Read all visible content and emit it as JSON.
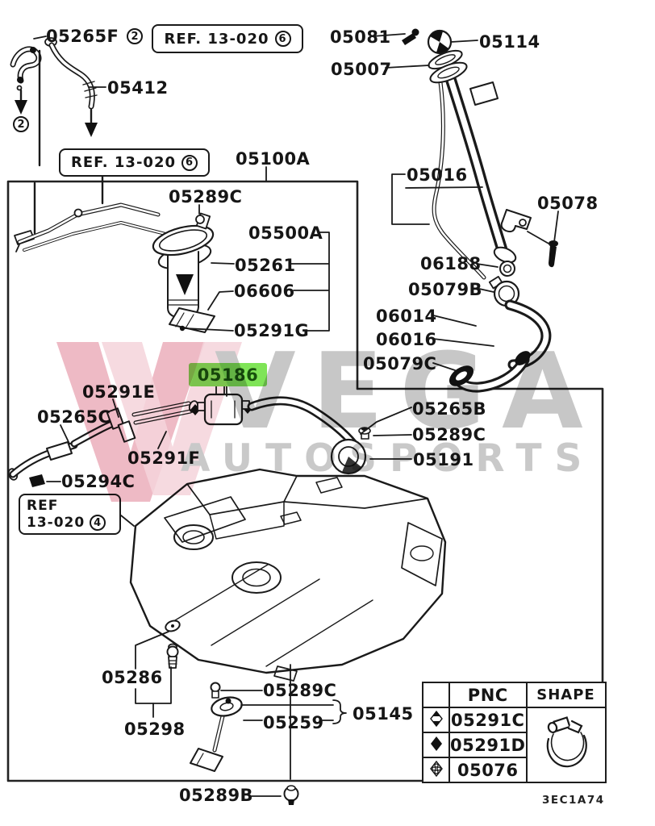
{
  "page": {
    "background": "#ffffff",
    "diagram_code": "3EC1A74"
  },
  "watermark": {
    "brand": "VEGA",
    "subtitle": "AUTOSPORTS",
    "logo": "double-v-icon",
    "text_color": "#c7c7c7",
    "logo_color_primary": "#eebac5",
    "logo_color_secondary": "#f4d4da"
  },
  "highlighted_part": {
    "pnc": "05186",
    "highlight_color": "#7fe457",
    "text_color": "#17510d"
  },
  "badges": {
    "qty_2": "2",
    "ref_6": "6",
    "ref_4": "4"
  },
  "ref_boxes": [
    {
      "text": "REF. 13-020",
      "badge": "6"
    },
    {
      "text": "REF. 13-020",
      "badge": "6"
    },
    {
      "line1": "REF",
      "line2": "13-020",
      "badge": "4"
    }
  ],
  "part_labels": [
    {
      "pnc": "05265F"
    },
    {
      "pnc": "05412"
    },
    {
      "pnc": "05100A"
    },
    {
      "pnc": "05081"
    },
    {
      "pnc": "05114"
    },
    {
      "pnc": "05007"
    },
    {
      "pnc": "05016"
    },
    {
      "pnc": "05078"
    },
    {
      "pnc": "06188"
    },
    {
      "pnc": "05079B"
    },
    {
      "pnc": "06014"
    },
    {
      "pnc": "06016"
    },
    {
      "pnc": "05079C"
    },
    {
      "pnc": "05289C"
    },
    {
      "pnc": "05500A"
    },
    {
      "pnc": "05261"
    },
    {
      "pnc": "06606"
    },
    {
      "pnc": "05291G"
    },
    {
      "pnc": "05291E"
    },
    {
      "pnc": "05265C"
    },
    {
      "pnc": "05291F"
    },
    {
      "pnc": "05294C"
    },
    {
      "pnc": "05265B"
    },
    {
      "pnc": "05289C"
    },
    {
      "pnc": "05191"
    },
    {
      "pnc": "05286"
    },
    {
      "pnc": "05298"
    },
    {
      "pnc": "05289C"
    },
    {
      "pnc": "05259"
    },
    {
      "pnc": "05145"
    },
    {
      "pnc": "05289B"
    }
  ],
  "table": {
    "headers": [
      "PNC",
      "SHAPE"
    ],
    "rows": [
      {
        "symbol": "diamond-half-filled",
        "pnc": "05291C"
      },
      {
        "symbol": "diamond-solid",
        "pnc": "05291D"
      },
      {
        "symbol": "diamond-clover",
        "pnc": "05076"
      }
    ],
    "shape_icon": "hose-clamp-icon"
  }
}
